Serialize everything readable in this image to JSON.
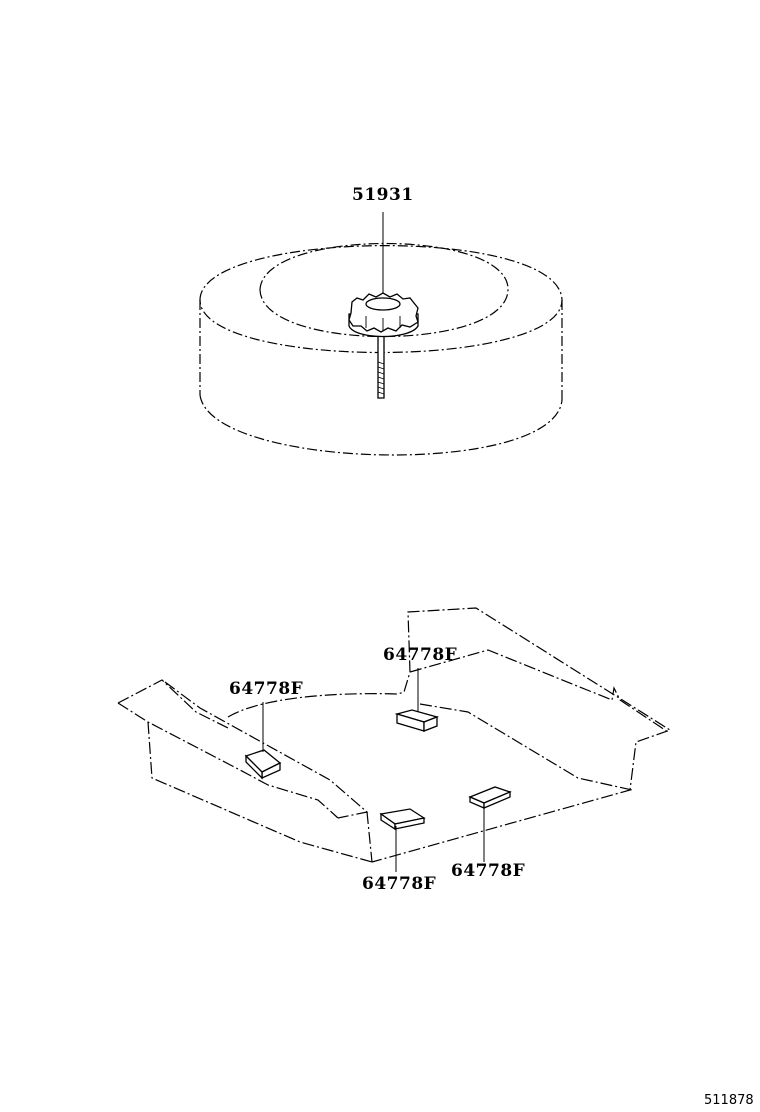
{
  "parts": {
    "spare_tire_clamp": "51931",
    "pad_upper_left": "64778F",
    "pad_upper_right": "64778F",
    "pad_lower_left": "64778F",
    "pad_lower_right": "64778F"
  },
  "diagram_id": "511878"
}
